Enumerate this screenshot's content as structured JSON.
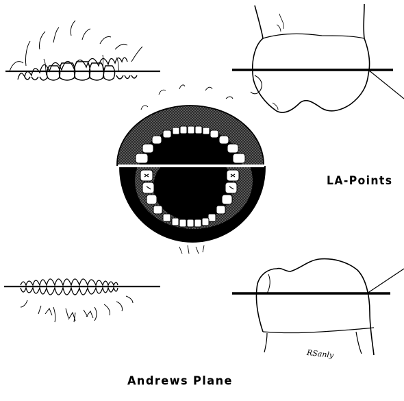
{
  "labels": {
    "la_points": "LA-Points",
    "andrews_plane": "Andrews Plane",
    "signature": "RSanly"
  },
  "colors": {
    "ink": "#000000",
    "paper": "#ffffff",
    "gingiva_shade": "#6e6e6e"
  }
}
